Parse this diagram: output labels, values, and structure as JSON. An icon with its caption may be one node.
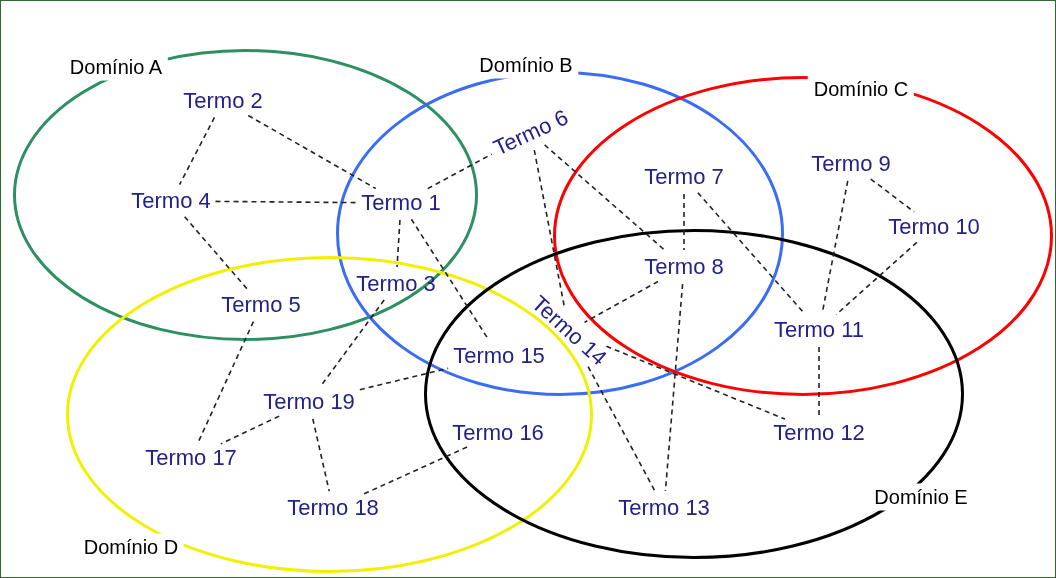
{
  "diagram": {
    "nodes": [
      {
        "text": [
          "Domínio A"
        ]
      },
      {
        "text": [
          "Domínio B"
        ]
      },
      {
        "text": [
          "Domínio C"
        ]
      },
      {
        "text": [
          "Domínio D"
        ]
      },
      {
        "text": [
          "Domínio E"
        ]
      },
      {
        "text": [
          "Termo 2"
        ],
        "in": 0
      },
      {
        "text": [
          "Termo 6"
        ],
        "in": 1
      },
      {
        "text": [
          "Termo 9"
        ],
        "in": 2
      },
      {
        "text": [
          "Termo 7"
        ]
      },
      {
        "text": [
          "Termo 4"
        ],
        "in": 0
      },
      {
        "text": [
          "Termo 1"
        ]
      },
      {
        "text": [
          "Termo 10"
        ],
        "in": 2
      },
      {
        "text": [
          "Termo 8"
        ]
      },
      {
        "text": [
          "Termo 3"
        ]
      },
      {
        "text": [
          "Termo 5"
        ]
      },
      {
        "text": [
          "Termo 11"
        ]
      },
      {
        "text": [
          "Termo 14"
        ]
      },
      {
        "text": [
          "Termo 15"
        ]
      },
      {
        "text": [
          "Termo 19"
        ],
        "in": 3
      },
      {
        "text": [
          "Termo 16"
        ]
      },
      {
        "text": [
          "Termo 12"
        ],
        "in": 4
      },
      {
        "text": [
          "Termo 17"
        ],
        "in": 3
      },
      {
        "text": [
          "Termo 18"
        ],
        "in": 3
      },
      {
        "text": [
          "Termo 13"
        ],
        "in": 4
      }
    ],
    "edges": [
      {
        "from": 5,
        "to": 9,
        "arrow": "none"
      },
      {
        "from": 5,
        "to": 10,
        "arrow": "none"
      },
      {
        "from": 9,
        "to": 10,
        "arrow": "none"
      },
      {
        "from": 9,
        "to": 14,
        "arrow": "none"
      },
      {
        "from": 10,
        "to": 6,
        "arrow": "none"
      },
      {
        "from": 10,
        "to": 13,
        "arrow": "none"
      },
      {
        "from": 10,
        "to": 17,
        "arrow": "none"
      },
      {
        "from": 6,
        "to": 16,
        "arrow": "none"
      },
      {
        "from": 6,
        "to": 12,
        "arrow": "none"
      },
      {
        "from": 8,
        "to": 12,
        "arrow": "none"
      },
      {
        "from": 8,
        "to": 15,
        "arrow": "none"
      },
      {
        "from": 12,
        "to": 16,
        "arrow": "none"
      },
      {
        "from": 12,
        "to": 23,
        "arrow": "none"
      },
      {
        "from": 7,
        "to": 11,
        "arrow": "none"
      },
      {
        "from": 7,
        "to": 15,
        "arrow": "none"
      },
      {
        "from": 11,
        "to": 15,
        "arrow": "none"
      },
      {
        "from": 15,
        "to": 20,
        "arrow": "none"
      },
      {
        "from": 16,
        "to": 20,
        "arrow": "none"
      },
      {
        "from": 16,
        "to": 23,
        "arrow": "none"
      },
      {
        "from": 14,
        "to": 21,
        "arrow": "none"
      },
      {
        "from": 13,
        "to": 18,
        "arrow": "none"
      },
      {
        "from": 18,
        "to": 17,
        "arrow": "none"
      },
      {
        "from": 18,
        "to": 21,
        "arrow": "none"
      },
      {
        "from": 18,
        "to": 22,
        "arrow": "none"
      },
      {
        "from": 19,
        "to": 22,
        "arrow": "none"
      }
    ]
  }
}
